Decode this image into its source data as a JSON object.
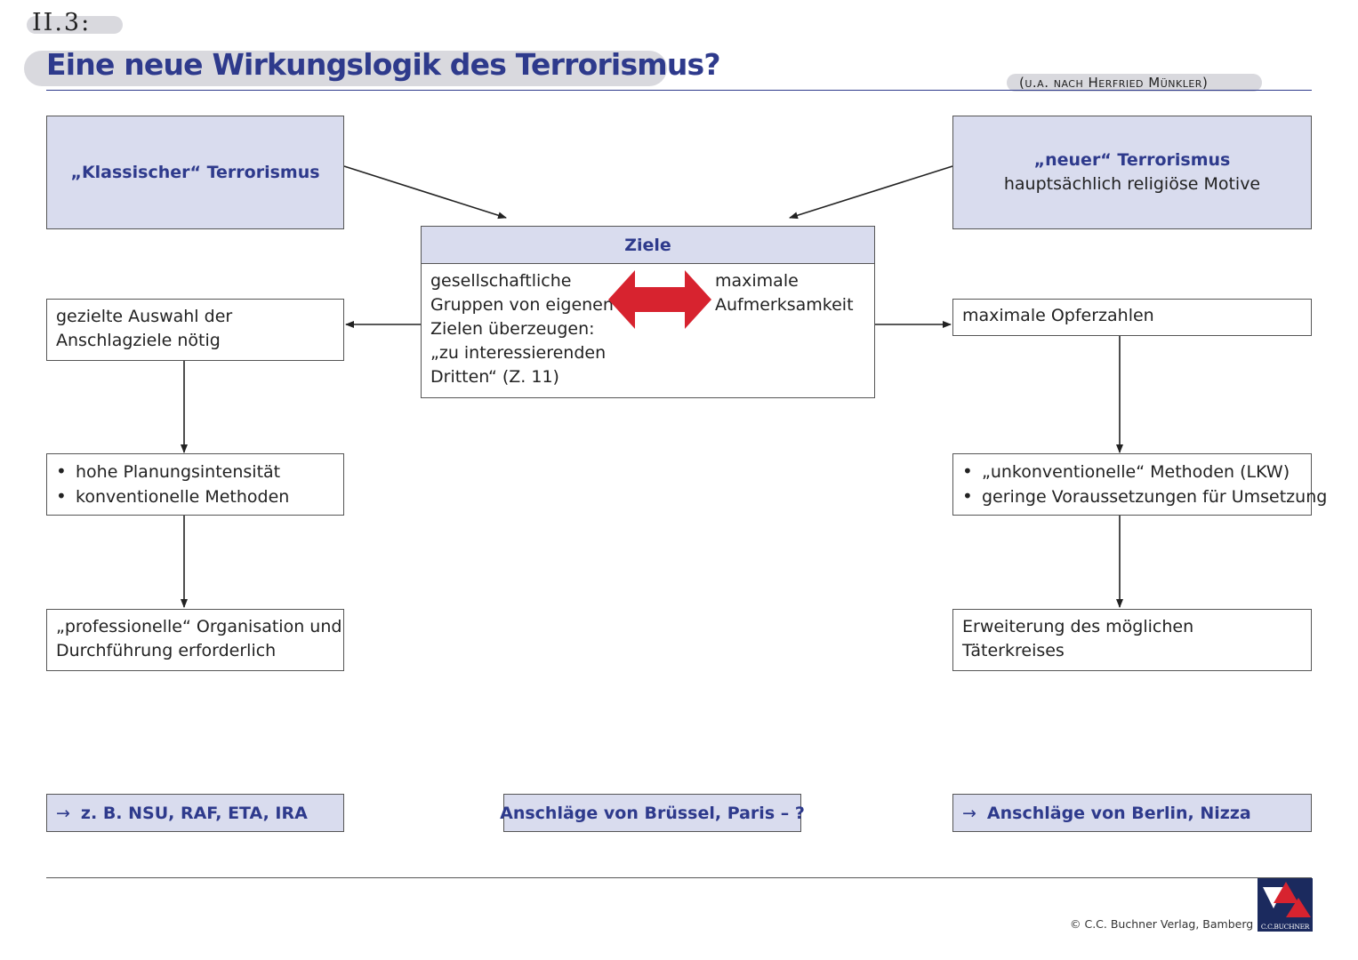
{
  "header": {
    "section": "II.3:",
    "title": "Eine neue Wirkungslogik des Terrorismus?",
    "source": "(u.a. nach Herfried Münkler)"
  },
  "left_column": {
    "head": "„Klassischer“ Terrorismus",
    "box1": [
      "gezielte Auswahl der",
      "Anschlagziele nötig"
    ],
    "box2": [
      "hohe Planungsintensität",
      "konventionelle Methoden"
    ],
    "box3": [
      "„professionelle“ Organisation und",
      "Durchführung erforderlich"
    ],
    "example": "z. B. NSU, RAF, ETA, IRA"
  },
  "center": {
    "head": "Ziele",
    "left_text": [
      "gesellschaftliche",
      "Gruppen von eigenen",
      "Zielen überzeugen:",
      "„zu interessierenden",
      "Dritten“ (Z. 11)"
    ],
    "right_text": [
      "maximale",
      "Aufmerksamkeit"
    ],
    "example": "Anschläge von Brüssel, Paris – ?"
  },
  "right_column": {
    "head_title": "„neuer“ Terrorismus",
    "head_sub": "hauptsächlich religiöse Motive",
    "box1": [
      "maximale Opferzahlen"
    ],
    "box2": [
      "„unkonventionelle“ Methoden (LKW)",
      "geringe Voraussetzungen für Umsetzung"
    ],
    "box3": [
      "Erweiterung des möglichen",
      "Täterkreises"
    ],
    "example": "Anschläge von Berlin, Nizza"
  },
  "footer": {
    "copyright": "© C.C. Buchner Verlag, Bamberg",
    "logo_text": "C.C.BUCHNER"
  },
  "colors": {
    "accent_blue": "#2e3a8c",
    "shade": "#d9dcee",
    "double_arrow_red": "#d7232f",
    "logo_navy": "#1b2a5e"
  },
  "icons": {
    "double_arrow": "red-double-arrow-icon",
    "bullet_arrow": "right-arrow-icon"
  }
}
